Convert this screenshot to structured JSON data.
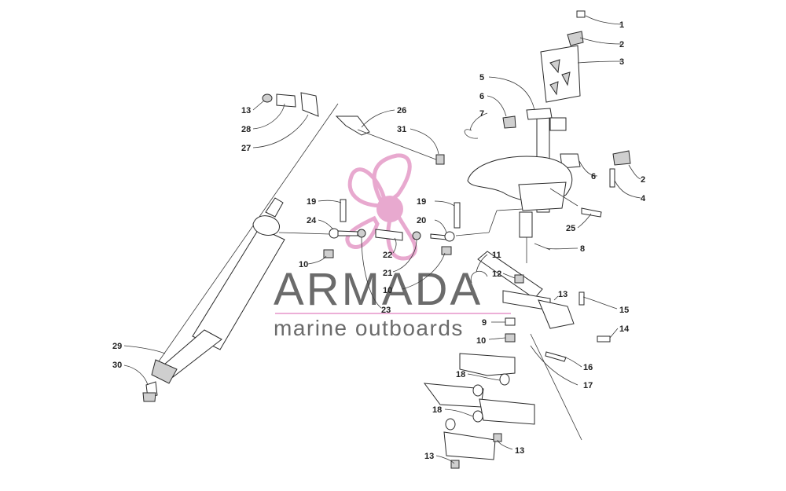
{
  "watermark": {
    "brand": "ARMADA",
    "tagline": "marine outboards",
    "colors": {
      "brand_text": "#6b6b6b",
      "accent_pink": "#e8a9cf",
      "accent_pink_dark": "#e07fbf"
    }
  },
  "callouts": [
    {
      "id": "c1",
      "label": "1"
    },
    {
      "id": "c2a",
      "label": "2"
    },
    {
      "id": "c3",
      "label": "3"
    },
    {
      "id": "c5",
      "label": "5"
    },
    {
      "id": "c6a",
      "label": "6"
    },
    {
      "id": "c7",
      "label": "7"
    },
    {
      "id": "c6b",
      "label": "6"
    },
    {
      "id": "c2b",
      "label": "2"
    },
    {
      "id": "c4",
      "label": "4"
    },
    {
      "id": "c13a",
      "label": "13"
    },
    {
      "id": "c28",
      "label": "28"
    },
    {
      "id": "c27",
      "label": "27"
    },
    {
      "id": "c26",
      "label": "26"
    },
    {
      "id": "c31",
      "label": "31"
    },
    {
      "id": "c19a",
      "label": "19"
    },
    {
      "id": "c24",
      "label": "24"
    },
    {
      "id": "c19b",
      "label": "19"
    },
    {
      "id": "c20",
      "label": "20"
    },
    {
      "id": "c25",
      "label": "25"
    },
    {
      "id": "c8",
      "label": "8"
    },
    {
      "id": "c10a",
      "label": "10"
    },
    {
      "id": "c22",
      "label": "22"
    },
    {
      "id": "c21",
      "label": "21"
    },
    {
      "id": "c10b",
      "label": "10"
    },
    {
      "id": "c23",
      "label": "23"
    },
    {
      "id": "c11",
      "label": "11"
    },
    {
      "id": "c12",
      "label": "12"
    },
    {
      "id": "c13b",
      "label": "13"
    },
    {
      "id": "c15",
      "label": "15"
    },
    {
      "id": "c9",
      "label": "9"
    },
    {
      "id": "c10c",
      "label": "10"
    },
    {
      "id": "c14",
      "label": "14"
    },
    {
      "id": "c29",
      "label": "29"
    },
    {
      "id": "c30",
      "label": "30"
    },
    {
      "id": "c16",
      "label": "16"
    },
    {
      "id": "c17",
      "label": "17"
    },
    {
      "id": "c18a",
      "label": "18"
    },
    {
      "id": "c18b",
      "label": "18"
    },
    {
      "id": "c13c",
      "label": "13"
    },
    {
      "id": "c13d",
      "label": "13"
    }
  ]
}
